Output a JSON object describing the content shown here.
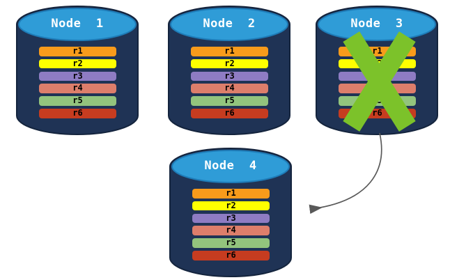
{
  "diagram": {
    "description": "Database replication failover diagram: four nodes each holding replicated rows; Node 3 has failed (crossed out) and an arrow redirects to Node 4",
    "colors": {
      "background": "#FFFFFF",
      "cylinder_body": "#1F3355",
      "cylinder_outline": "#14243D",
      "cylinder_top": "#2F9CD7",
      "cylinder_top_outline": "#1E7CB8",
      "title_text": "#FFFFFF",
      "row_text": "#000000",
      "failure_x": "#7CC22A",
      "arrow": "#595959"
    },
    "row_colors": {
      "r1": "#F89B1B",
      "r2": "#FFFF00",
      "r3": "#8E7CC3",
      "r4": "#DD7E6B",
      "r5": "#93C47D",
      "r6": "#C63C20"
    },
    "nodes": [
      {
        "label": "Node  1",
        "rows": [
          "r1",
          "r2",
          "r3",
          "r4",
          "r5",
          "r6"
        ],
        "failed": false
      },
      {
        "label": "Node  2",
        "rows": [
          "r1",
          "r2",
          "r3",
          "r4",
          "r5",
          "r6"
        ],
        "failed": false
      },
      {
        "label": "Node  3",
        "rows": [
          "r1",
          "r2",
          "r3",
          "r4",
          "r5",
          "r6"
        ],
        "failed": true
      },
      {
        "label": "Node  4",
        "rows": [
          "r1",
          "r2",
          "r3",
          "r4",
          "r5",
          "r6"
        ],
        "failed": false
      }
    ],
    "arrow": {
      "from": "Node 3",
      "to": "Node 4"
    }
  }
}
